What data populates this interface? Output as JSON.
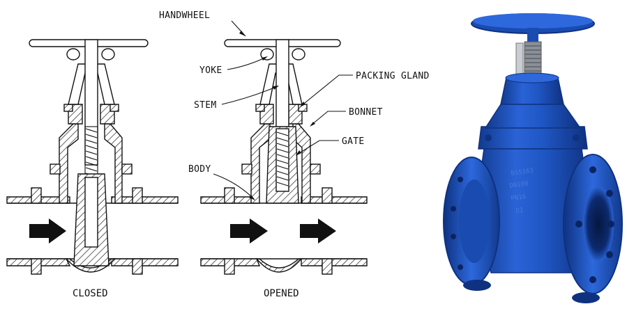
{
  "labels": {
    "handwheel": "HANDWHEEL",
    "yoke": "YOKE",
    "stem": "STEM",
    "packing_gland": "PACKING GLAND",
    "bonnet": "BONNET",
    "gate": "GATE",
    "body": "BODY"
  },
  "captions": {
    "closed": "CLOSED",
    "opened": "OPENED"
  },
  "photo": {
    "body_markings": [
      "BS5163",
      "DN100",
      "PN16",
      "DI"
    ]
  },
  "colors": {
    "ink": "#111111",
    "valve_blue": "#1f56c4",
    "valve_blue_dark": "#123a8e",
    "valve_blue_light": "#4d7fe0"
  }
}
